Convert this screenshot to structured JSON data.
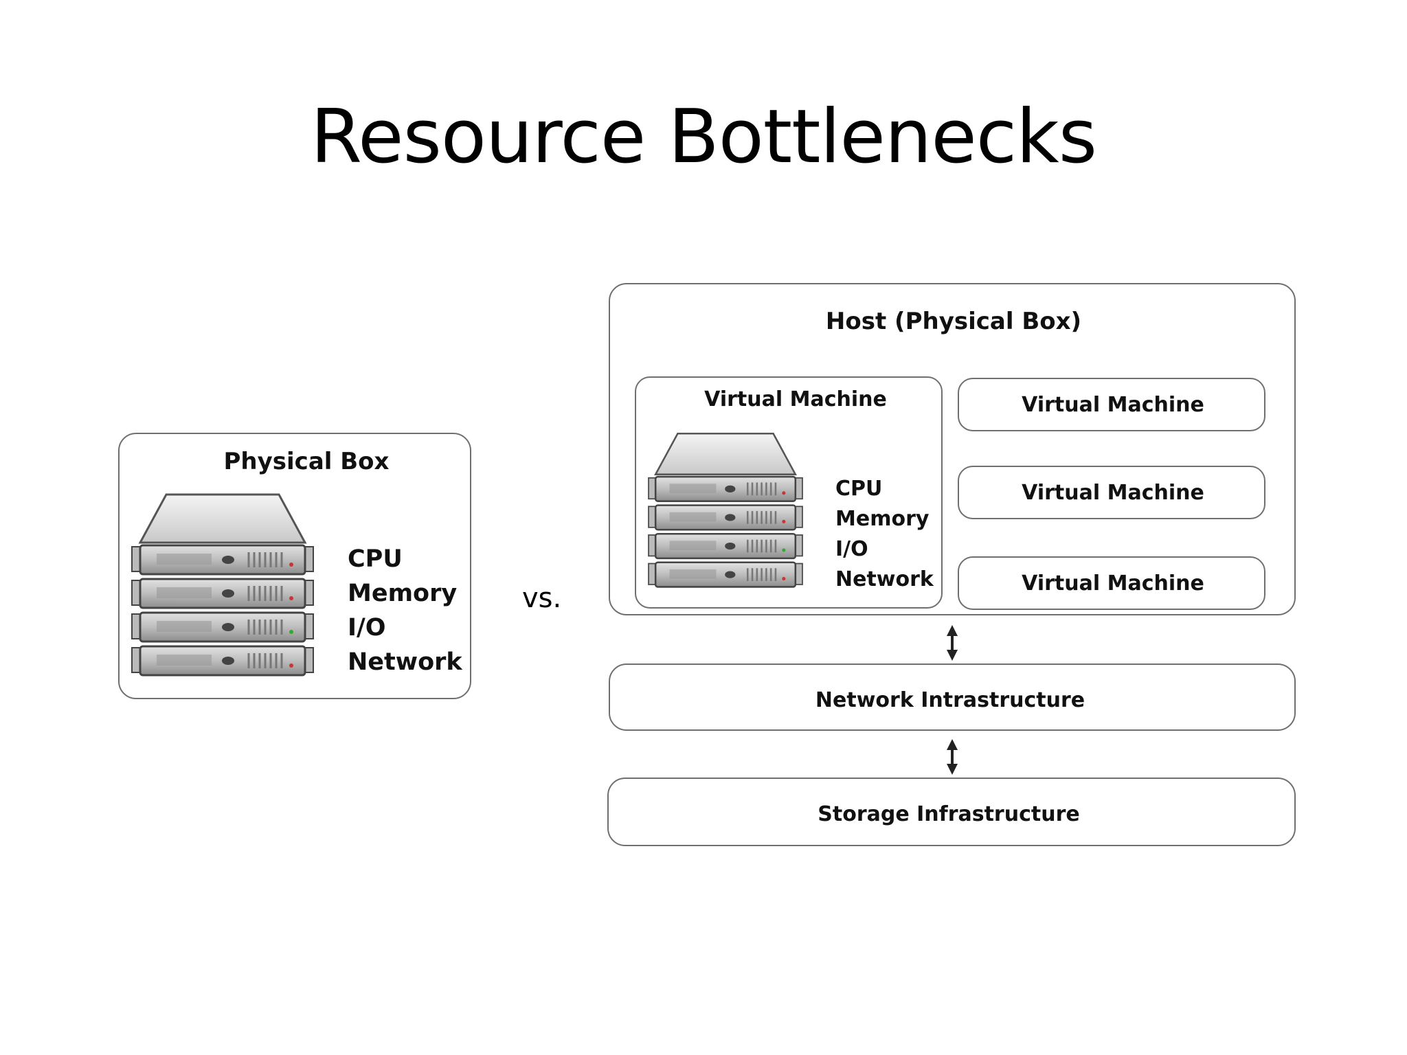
{
  "slide": {
    "title": "Resource Bottlenecks",
    "vs_label": "vs."
  },
  "physical_box": {
    "title": "Physical Box",
    "resources": [
      "CPU",
      "Memory",
      "I/O",
      "Network"
    ],
    "icon": "server-stack-icon"
  },
  "host": {
    "title": "Host (Physical Box)",
    "main_vm": {
      "title": "Virtual Machine",
      "resources": [
        "CPU",
        "Memory",
        "I/O",
        "Network"
      ],
      "icon": "server-stack-icon"
    },
    "other_vms": [
      "Virtual Machine",
      "Virtual Machine",
      "Virtual Machine"
    ]
  },
  "network_infrastructure": {
    "label": "Network Intrastructure"
  },
  "storage_infrastructure": {
    "label": "Storage Infrastructure"
  },
  "arrow_icon": "double-arrow-vertical-icon"
}
